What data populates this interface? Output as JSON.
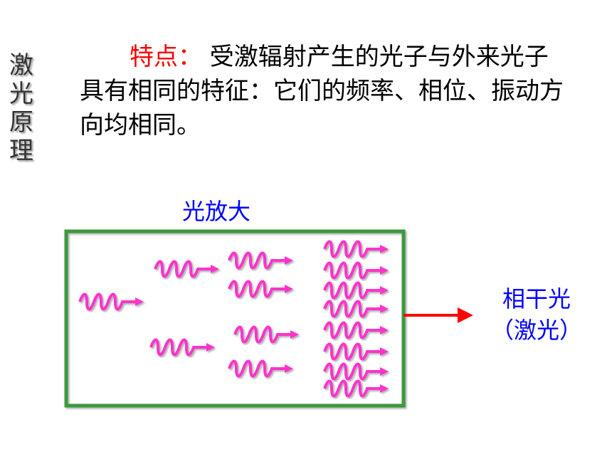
{
  "side_title": [
    "激",
    "光",
    "原",
    "理"
  ],
  "paragraph": {
    "keyword": "特点：",
    "body": " 受激辐射产生的光子与外来光子具有相同的特征：它们的频率、相位、振动方向均相同。"
  },
  "diagram": {
    "amplifier_label": "光放大",
    "output_label_line1": "相干光",
    "output_label_line2": "（激光）",
    "colors": {
      "box_border": "#3a9a3a",
      "photon": "#ff33cc",
      "output_arrow": "#ff0000",
      "label": "#0000ff",
      "keyword": "#ff0000"
    },
    "photon_stages": [
      1,
      2,
      4,
      8
    ]
  }
}
